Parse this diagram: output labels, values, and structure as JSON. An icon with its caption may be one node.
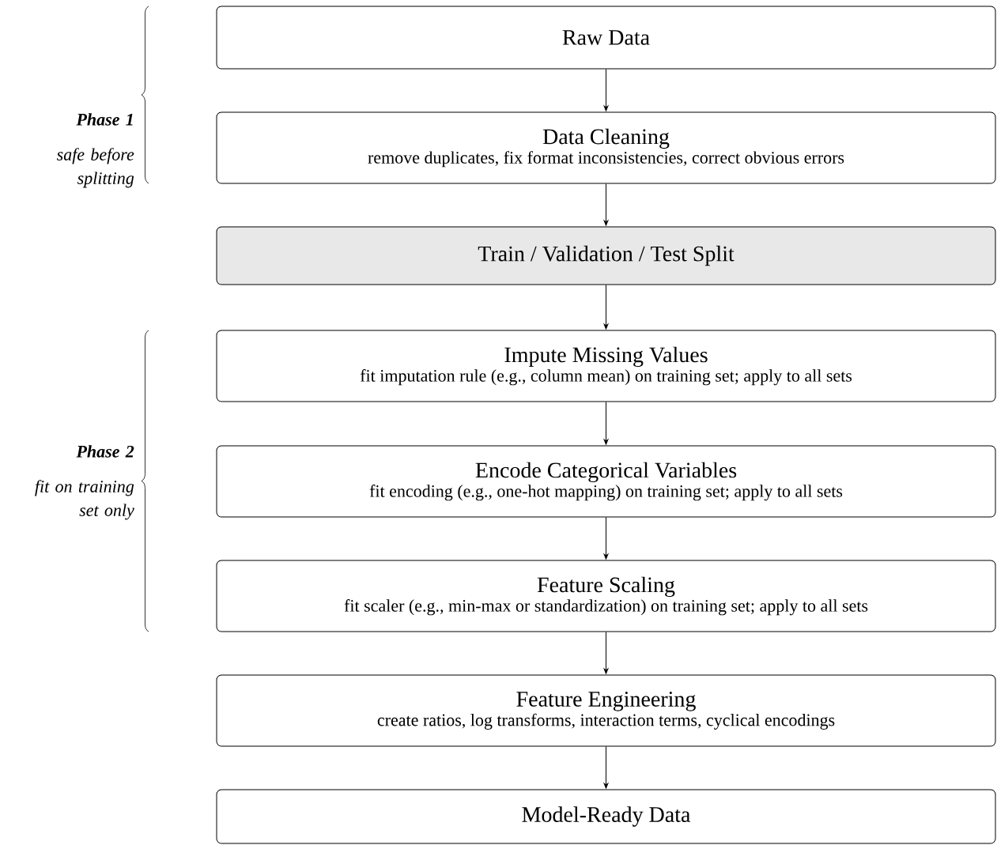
{
  "diagram": {
    "nodes": [
      {
        "text": [
          "Raw Data"
        ]
      },
      {
        "text": [
          "Data Cleaning",
          "remove duplicates, fix format inconsistencies, correct obvious errors"
        ]
      },
      {
        "text": [
          "Train / Validation / Test Split"
        ]
      },
      {
        "text": [
          "Impute Missing Values",
          "fit imputation rule (e.g., column mean) on training set; apply to all sets"
        ]
      },
      {
        "text": [
          "Encode Categorical Variables",
          "fit encoding (e.g., one-hot mapping) on training set; apply to all sets"
        ]
      },
      {
        "text": [
          "Feature Scaling",
          "fit scaler (e.g., min-max or standardization) on training set; apply to all sets"
        ]
      },
      {
        "text": [
          "Feature Engineering",
          "create ratios, log transforms, interaction terms, cyclical encodings"
        ]
      },
      {
        "text": [
          "Model-Ready Data"
        ]
      }
    ],
    "edges": [
      {
        "from": 0,
        "to": 1,
        "arrow": "to"
      },
      {
        "from": 1,
        "to": 2,
        "arrow": "to"
      },
      {
        "from": 2,
        "to": 3,
        "arrow": "to"
      },
      {
        "from": 3,
        "to": 4,
        "arrow": "to"
      },
      {
        "from": 4,
        "to": 5,
        "arrow": "to"
      },
      {
        "from": 5,
        "to": 6,
        "arrow": "to"
      },
      {
        "from": 6,
        "to": 7,
        "arrow": "to"
      }
    ],
    "labels": [
      "Phase 1",
      "safe before splitting",
      "Phase 2",
      "fit on training set only"
    ]
  }
}
